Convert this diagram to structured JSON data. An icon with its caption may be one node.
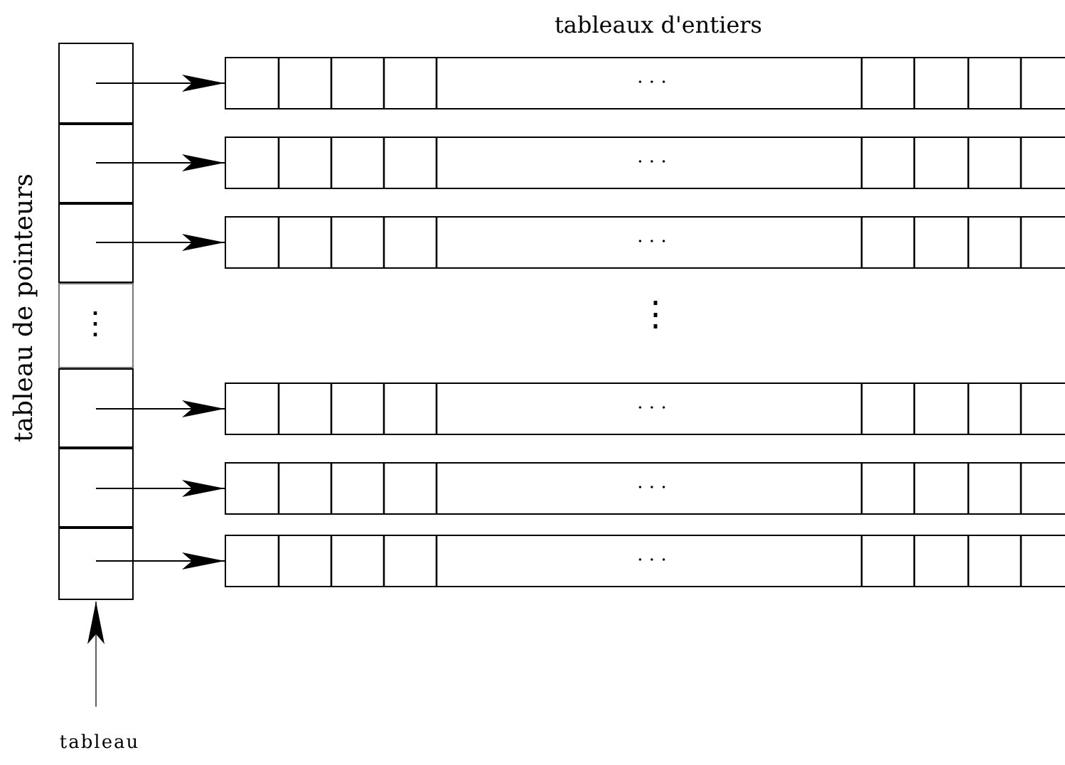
{
  "diagram": {
    "nodes": [
      {
        "text": [],
        "shape": "box",
        "beside": [
          "tableau de pointeurs"
        ]
      },
      {
        "text": [],
        "shape": "box",
        "in": 0
      },
      {
        "text": [],
        "shape": "box",
        "in": 0
      },
      {
        "text": [],
        "shape": "box",
        "in": 0
      },
      {
        "text": [
          "⋮"
        ],
        "in": 0
      },
      {
        "text": [],
        "shape": "box",
        "in": 0
      },
      {
        "text": [],
        "shape": "box",
        "in": 0
      },
      {
        "text": [],
        "shape": "box",
        "in": 0
      },
      {
        "text": [
          "· · ·"
        ]
      },
      {
        "text": [
          "· · ·"
        ]
      },
      {
        "text": [
          "· · ·"
        ]
      },
      {
        "text": [
          "· · ·"
        ]
      },
      {
        "text": [
          "· · ·"
        ]
      },
      {
        "text": [
          "· · ·"
        ]
      },
      {
        "text": [
          "tableau"
        ]
      }
    ],
    "edges": [
      {
        "from": 1,
        "to": 8,
        "arrow": "to"
      },
      {
        "from": 2,
        "to": 9,
        "arrow": "to"
      },
      {
        "from": 3,
        "to": 10,
        "arrow": "to"
      },
      {
        "from": 5,
        "to": 11,
        "arrow": "to"
      },
      {
        "from": 6,
        "to": 12,
        "arrow": "to"
      },
      {
        "from": 7,
        "to": 13,
        "arrow": "to"
      },
      {
        "from": 14,
        "to": 0,
        "arrow": "to",
        "color": "#666666"
      }
    ],
    "labels": [
      "tableaux d'entiers",
      "⋮"
    ]
  }
}
